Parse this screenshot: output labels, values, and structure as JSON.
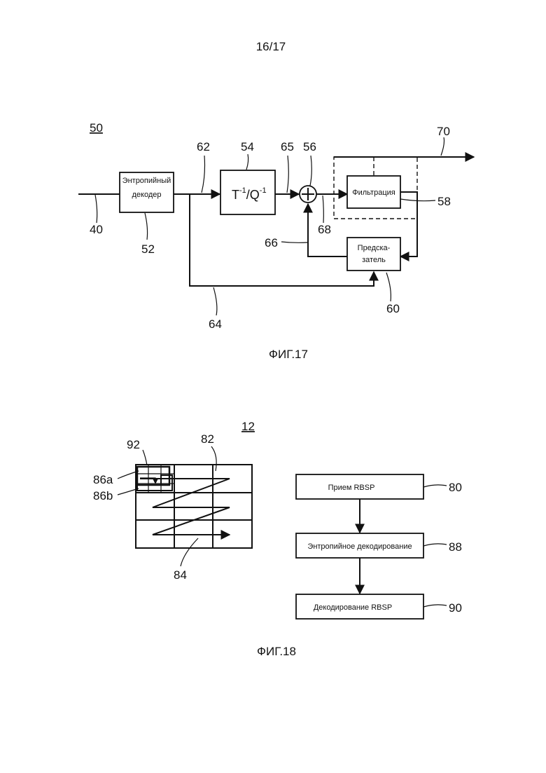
{
  "page_number": "16/17",
  "fig17": {
    "ref_50": "50",
    "caption": "ФИГ.17",
    "blocks": {
      "entropy_decoder": {
        "line1": "Энтропийный",
        "line2": "декодер"
      },
      "transform": {
        "T": "T",
        "sup1": "-1",
        "slash_Q": "/Q",
        "sup2": "-1"
      },
      "filter": "Фильтрация",
      "predictor": {
        "line1": "Предска-",
        "line2": "затель"
      }
    },
    "refs": {
      "r40": "40",
      "r52": "52",
      "r62": "62",
      "r54": "54",
      "r65": "65",
      "r56": "56",
      "r70": "70",
      "r58": "58",
      "r68": "68",
      "r66": "66",
      "r60": "60",
      "r64": "64"
    }
  },
  "fig18": {
    "ref_12": "12",
    "caption": "ФИГ.18",
    "refs": {
      "r92": "92",
      "r82": "82",
      "r86a": "86a",
      "r86b": "86b",
      "r84": "84"
    },
    "flow": [
      {
        "label": "Прием RBSP",
        "ref": "80"
      },
      {
        "label": "Энтропийное декодирование",
        "ref": "88"
      },
      {
        "label": "Декодирование RBSP",
        "ref": "90"
      }
    ]
  }
}
